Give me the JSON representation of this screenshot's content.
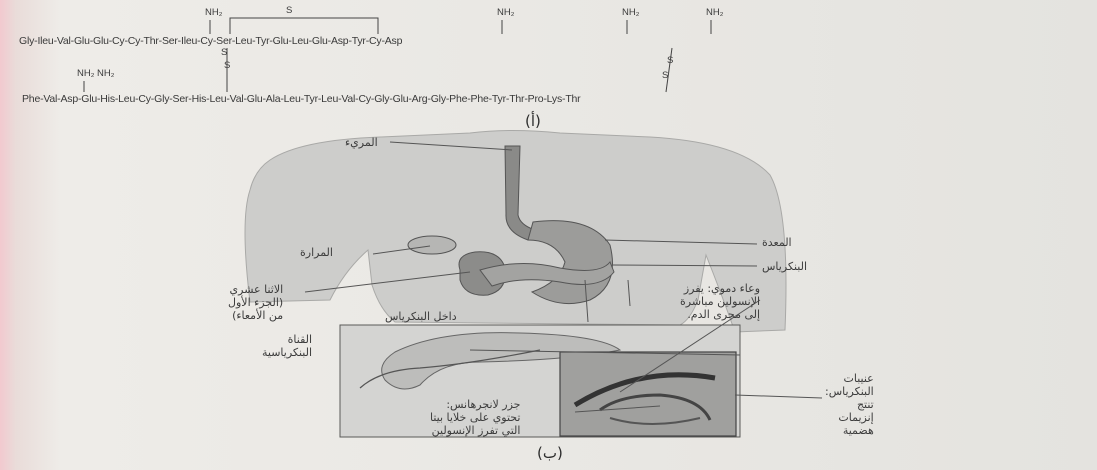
{
  "sequence": {
    "chain_a": "Gly-Ileu-Val-Glu-Glu-Cy-Cy-Thr-Ser-Ileu-Cy-Ser-Leu-Tyr-Glu-Leu-Glu-Asp-Tyr-Cy-Asp",
    "chain_b": "Phe-Val-Asp-Glu-His-Leu-Cy-Gly-Ser-His-Leu-Val-Glu-Ala-Leu-Tyr-Leu-Val-Cy-Gly-Glu-Arg-Gly-Phe-Phe-Tyr-Thr-Pro-Lys-Thr",
    "nh2": "NH₂",
    "nh2_pair": "NH₂ NH₂",
    "s": "S"
  },
  "captions": {
    "a": "(أ)",
    "b": "(ب)"
  },
  "labels": {
    "esophagus": "المريء",
    "stomach": "المعدة",
    "gallbladder": "المرارة",
    "pancreas": "البنكرياس",
    "duodenum": [
      "الاثنا عشري",
      "(الجزء الأول",
      "من الأمعاء)"
    ],
    "inside_pancreas": "داخل البنكرياس",
    "blood_vessel": [
      "وعاء دموي: يفرز",
      "الإنسولين مباشرة",
      "إلى مجرى الدم."
    ],
    "pancreatic_duct": [
      "القناة",
      "البنكرياسية"
    ],
    "acini": [
      "عنيبات",
      "البنكرياس:",
      "تنتج",
      "إنزيمات",
      "هضمية"
    ],
    "islet": [
      "جزر لانجرهانس:",
      "تحتوي على خلايا بيتا",
      "التي تفرز الإنسولين"
    ]
  }
}
